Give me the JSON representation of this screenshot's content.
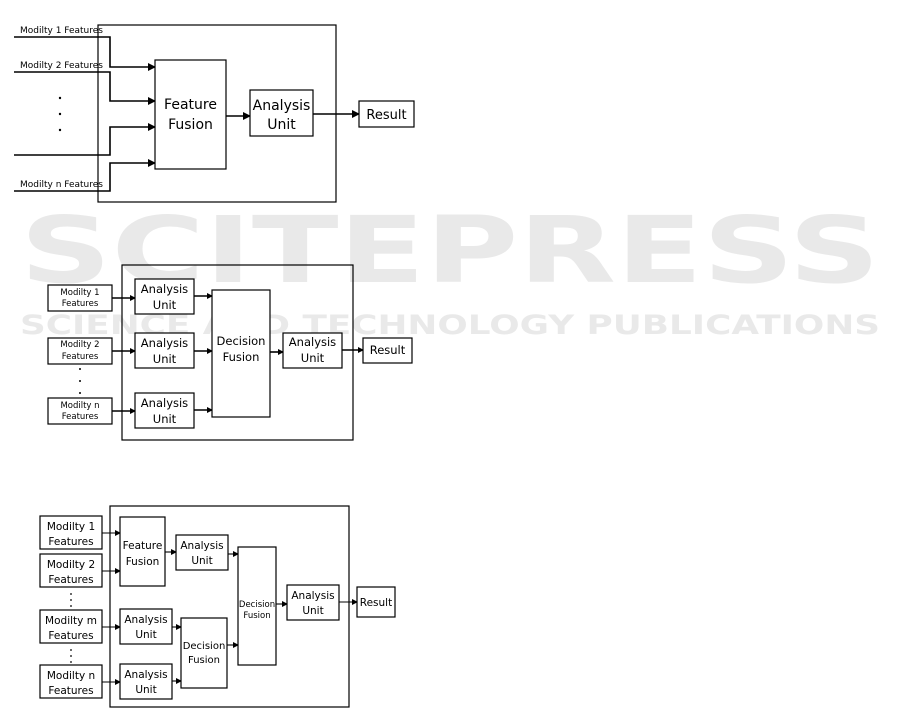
{
  "watermark": {
    "main": "SCITEPRESS",
    "sub": "SCIENCE AND TECHNOLOGY PUBLICATIONS"
  },
  "diagram1": {
    "inputs": [
      "Modilty 1 Features",
      "Modilty 2 Features",
      "Modilty n Features"
    ],
    "feature_fusion": [
      "Feature",
      "Fusion"
    ],
    "analysis_unit": [
      "Analysis",
      "Unit"
    ],
    "result": "Result"
  },
  "diagram2": {
    "inputs": [
      [
        "Modilty 1",
        "Features"
      ],
      [
        "Modilty 2",
        "Features"
      ],
      [
        "Modilty n",
        "Features"
      ]
    ],
    "analysis_units": [
      [
        "Analysis",
        "Unit"
      ],
      [
        "Analysis",
        "Unit"
      ],
      [
        "Analysis",
        "Unit"
      ]
    ],
    "decision_fusion": [
      "Decision",
      "Fusion"
    ],
    "final_analysis_unit": [
      "Analysis",
      "Unit"
    ],
    "result": "Result"
  },
  "diagram3": {
    "inputs": [
      [
        "Modilty 1",
        "Features"
      ],
      [
        "Modilty 2",
        "Features"
      ],
      [
        "Modilty m",
        "Features"
      ],
      [
        "Modilty n",
        "Features"
      ]
    ],
    "feature_fusion": [
      "Feature",
      "Fusion"
    ],
    "analysis_unit_top": [
      "Analysis",
      "Unit"
    ],
    "analysis_unit_m": [
      "Analysis",
      "Unit"
    ],
    "analysis_unit_n": [
      "Analysis",
      "Unit"
    ],
    "decision_fusion_inner": [
      "Decision",
      "Fusion"
    ],
    "decision_fusion_outer": [
      "Decision",
      "Fusion"
    ],
    "final_analysis_unit": [
      "Analysis",
      "Unit"
    ],
    "result": "Result"
  }
}
